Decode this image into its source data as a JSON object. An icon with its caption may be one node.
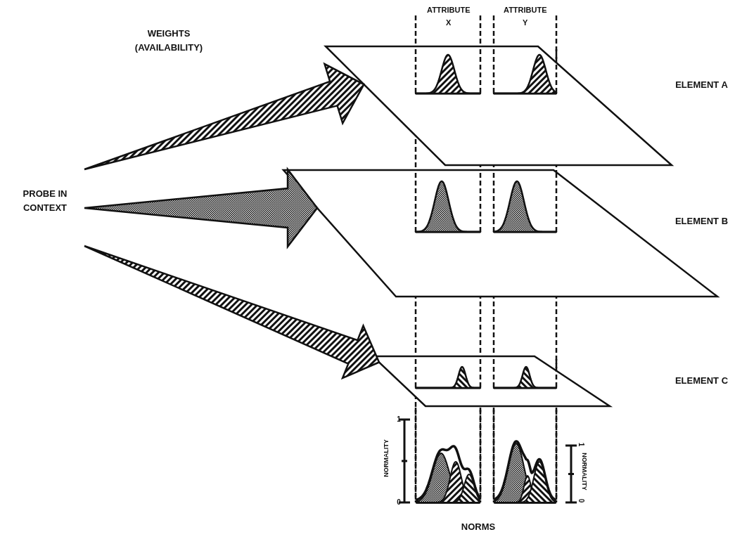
{
  "diagram": {
    "nodes": [
      {
        "text": [
          "PROBE IN CONTEXT"
        ]
      },
      {
        "text": [],
        "shape": "parallelogram"
      },
      {
        "text": [],
        "shape": "parallelogram"
      },
      {
        "text": [],
        "shape": "parallelogram"
      }
    ],
    "edges": [
      {
        "from": 0,
        "to": 1,
        "arrow": "to"
      },
      {
        "from": 0,
        "to": 2,
        "arrow": "to"
      },
      {
        "from": 0,
        "to": 3,
        "arrow": "to"
      }
    ],
    "labels": [
      "WEIGHTS (AVAILABILITY)",
      "ATTRIBUTE X",
      "ATTRIBUTE Y",
      "ELEMENT A",
      "ELEMENT B",
      "ELEMENT C",
      "1",
      "NORMALITY",
      "0",
      "1",
      "NORMALITY",
      "0",
      "NORMS"
    ]
  }
}
